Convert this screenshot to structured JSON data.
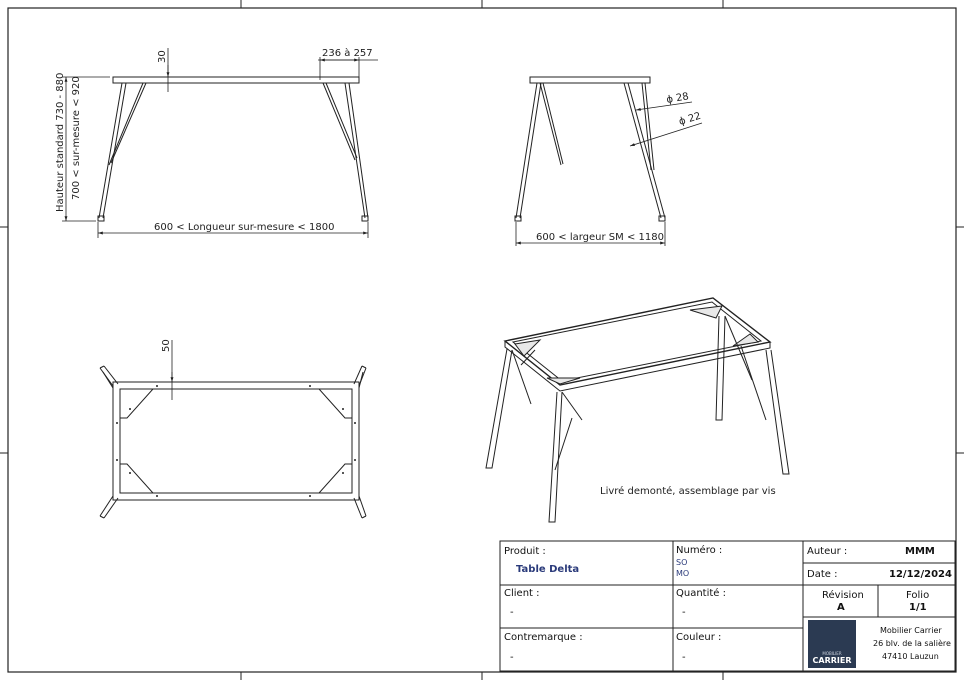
{
  "views": {
    "front": {
      "dim_top_thickness": "30",
      "dim_leg_offset": "236 à 257",
      "dim_height_standard": "Hauteur standard 730 - 880",
      "dim_height_custom": "700 < sur-mesure < 920",
      "dim_length": "600 < Longueur sur-mesure < 1800"
    },
    "side": {
      "dim_diam_28": "ϕ 28",
      "dim_diam_22": "ϕ 22",
      "dim_width": "600 < largeur SM < 1180"
    },
    "top": {
      "dim_frame": "50"
    },
    "iso": {
      "caption": "Livré demonté, assemblage par vis"
    }
  },
  "title_block": {
    "produit_label": "Produit :",
    "produit_value": "Table Delta",
    "numero_label": "Numéro :",
    "numero_so": "SO",
    "numero_mo": "MO",
    "auteur_label": "Auteur :",
    "auteur_value": "MMM",
    "date_label": "Date :",
    "date_value": "12/12/2024",
    "client_label": "Client :",
    "client_value": "-",
    "quantite_label": "Quantité :",
    "quantite_value": "-",
    "revision_label": "Révision",
    "revision_value": "A",
    "folio_label": "Folio",
    "folio_value": "1/1",
    "contremarque_label": "Contremarque :",
    "contremarque_value": "-",
    "couleur_label": "Couleur :",
    "couleur_value": "-",
    "logo_small": "MOBILIER",
    "logo_main": "CARRIER",
    "company_name": "Mobilier Carrier",
    "company_address1": "26 blv. de la salière",
    "company_address2": "47410 Lauzun"
  },
  "colors": {
    "line": "#222222",
    "logo_bg": "#2b3a52",
    "accent_text": "#2a3a7a"
  }
}
